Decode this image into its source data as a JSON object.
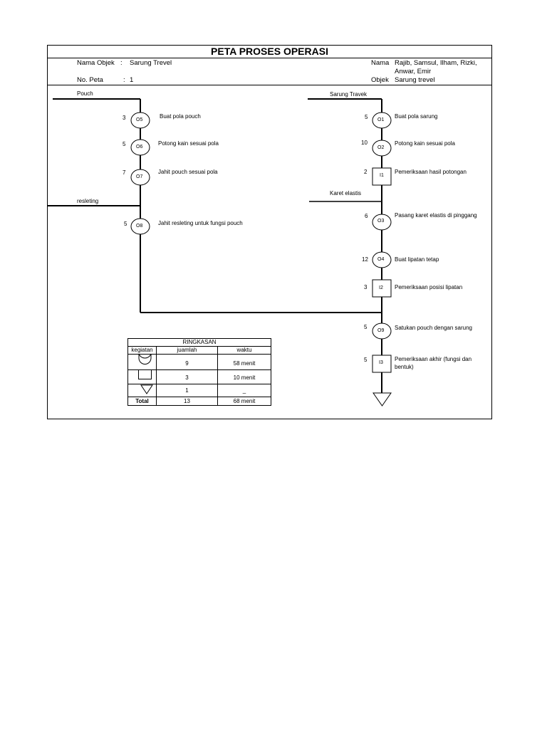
{
  "header": {
    "title": "PETA PROSES OPERASI",
    "nama_objek_label": "Nama Objek",
    "colon": ":",
    "nama_objek_value": "Sarung Trevel",
    "no_peta_label": "No. Peta",
    "no_peta_value": "1",
    "nama_label": "Nama",
    "nama_value_line1": "Rajib, Samsul, Ilham, Rizki,",
    "nama_value_line2": "Anwar, Emir",
    "objek_label": "Objek",
    "objek_value": "Sarung trevel"
  },
  "inputs": {
    "pouch": "Pouch",
    "resleting": "resleting",
    "sarung": "Sarung Travek",
    "karet": "Karet elastis"
  },
  "left_steps": [
    {
      "code": "O5",
      "time": "3",
      "desc": "Buat pola pouch"
    },
    {
      "code": "O6",
      "time": "5",
      "desc": "Potong kain sesuai pola"
    },
    {
      "code": "O7",
      "time": "7",
      "desc": "Jahit pouch sesuai pola"
    },
    {
      "code": "O8",
      "time": "5",
      "desc": "Jahit resleting untuk fungsi pouch"
    }
  ],
  "right_steps": [
    {
      "code": "O1",
      "time": "5",
      "desc": "Buat pola sarung"
    },
    {
      "code": "O2",
      "time": "10",
      "desc": "Potong kain sesuai pola"
    },
    {
      "code": "I1",
      "time": "2",
      "desc": "Pemeriksaan hasil potongan"
    },
    {
      "code": "O3",
      "time": "6",
      "desc": "Pasang karet elastis di pinggang"
    },
    {
      "code": "O4",
      "time": "12",
      "desc": "Buat lipatan tetap"
    },
    {
      "code": "I2",
      "time": "3",
      "desc": "Pemeriksaan posisi lipatan"
    },
    {
      "code": "O9",
      "time": "5",
      "desc": "Satukan pouch dengan sarung"
    },
    {
      "code": "I3",
      "time": "5",
      "desc": "Pemeriksaan akhir (fungsi dan",
      "desc2": "bentuk)"
    }
  ],
  "summary": {
    "title": "RINGKASAN",
    "col_kegiatan": "kegiatan",
    "col_jumlah": "juamlah",
    "col_waktu": "waktu",
    "rows": [
      {
        "symbol": "operation-circle",
        "jumlah": "9",
        "waktu": "58 menit"
      },
      {
        "symbol": "inspection-square",
        "jumlah": "3",
        "waktu": "10 menit"
      },
      {
        "symbol": "storage-triangle",
        "jumlah": "1",
        "waktu": "_"
      }
    ],
    "total_label": "Total",
    "total_jumlah": "13",
    "total_waktu": "68 menit"
  }
}
